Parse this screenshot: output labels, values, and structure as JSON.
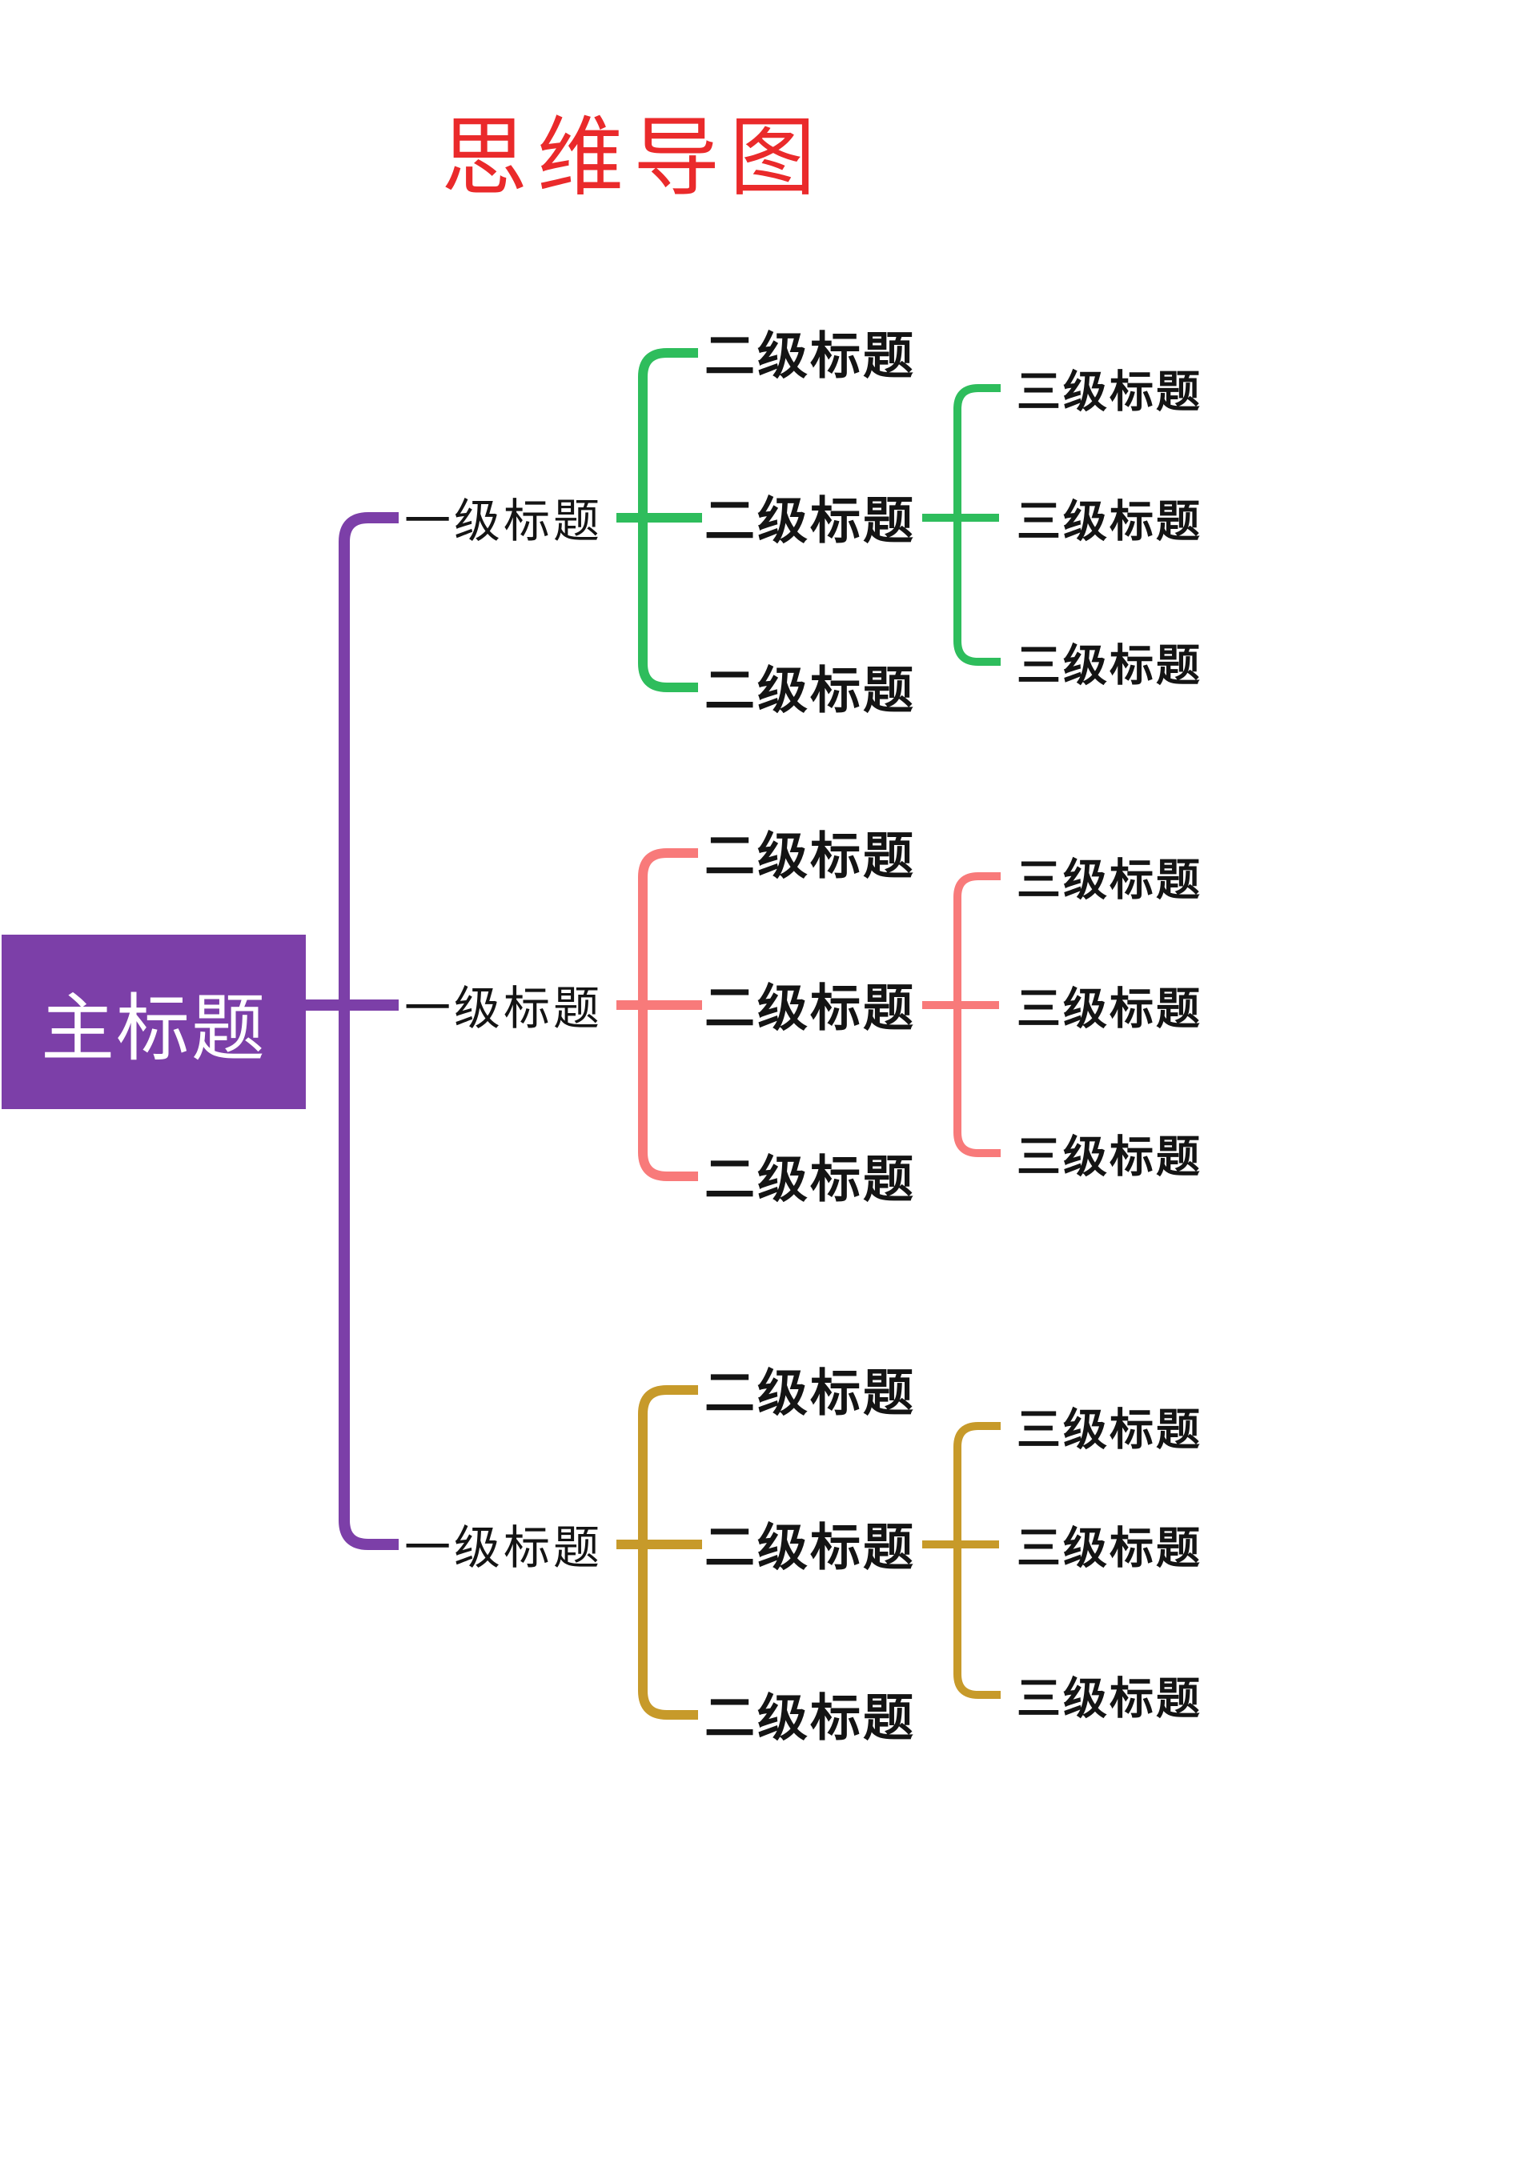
{
  "title": {
    "text": "思维导图",
    "color": "#EA2A2B"
  },
  "root": {
    "label": "主标题",
    "bg_color": "#7C3FA8",
    "text_color": "#FFFFFF"
  },
  "trunk_color": "#7C3FA8",
  "branches": [
    {
      "label": "一级标题",
      "color": "#2EBD5C",
      "children": [
        {
          "label": "二级标题",
          "children": []
        },
        {
          "label": "二级标题",
          "children": [
            {
              "label": "三级标题"
            },
            {
              "label": "三级标题"
            },
            {
              "label": "三级标题"
            }
          ]
        },
        {
          "label": "二级标题",
          "children": []
        }
      ]
    },
    {
      "label": "一级标题",
      "color": "#F87A7A",
      "children": [
        {
          "label": "二级标题",
          "children": []
        },
        {
          "label": "二级标题",
          "children": [
            {
              "label": "三级标题"
            },
            {
              "label": "三级标题"
            },
            {
              "label": "三级标题"
            }
          ]
        },
        {
          "label": "二级标题",
          "children": []
        }
      ]
    },
    {
      "label": "一级标题",
      "color": "#C79A2A",
      "children": [
        {
          "label": "二级标题",
          "children": []
        },
        {
          "label": "二级标题",
          "children": [
            {
              "label": "三级标题"
            },
            {
              "label": "三级标题"
            },
            {
              "label": "三级标题"
            }
          ]
        },
        {
          "label": "二级标题",
          "children": []
        }
      ]
    }
  ]
}
